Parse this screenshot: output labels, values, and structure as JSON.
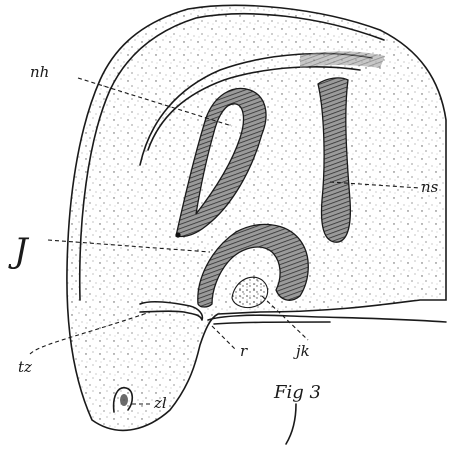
{
  "figure": {
    "caption": "Fig 3",
    "labels": {
      "nh": "nh",
      "ns": "ns",
      "j": "J",
      "jk": "jk",
      "r": "r",
      "tz": "tz",
      "zl": "zl"
    }
  },
  "colors": {
    "ink": "#1a1a1a",
    "paper": "#ffffff",
    "stipple": "#6b6b6b",
    "hatch": "#3a3a3a"
  }
}
